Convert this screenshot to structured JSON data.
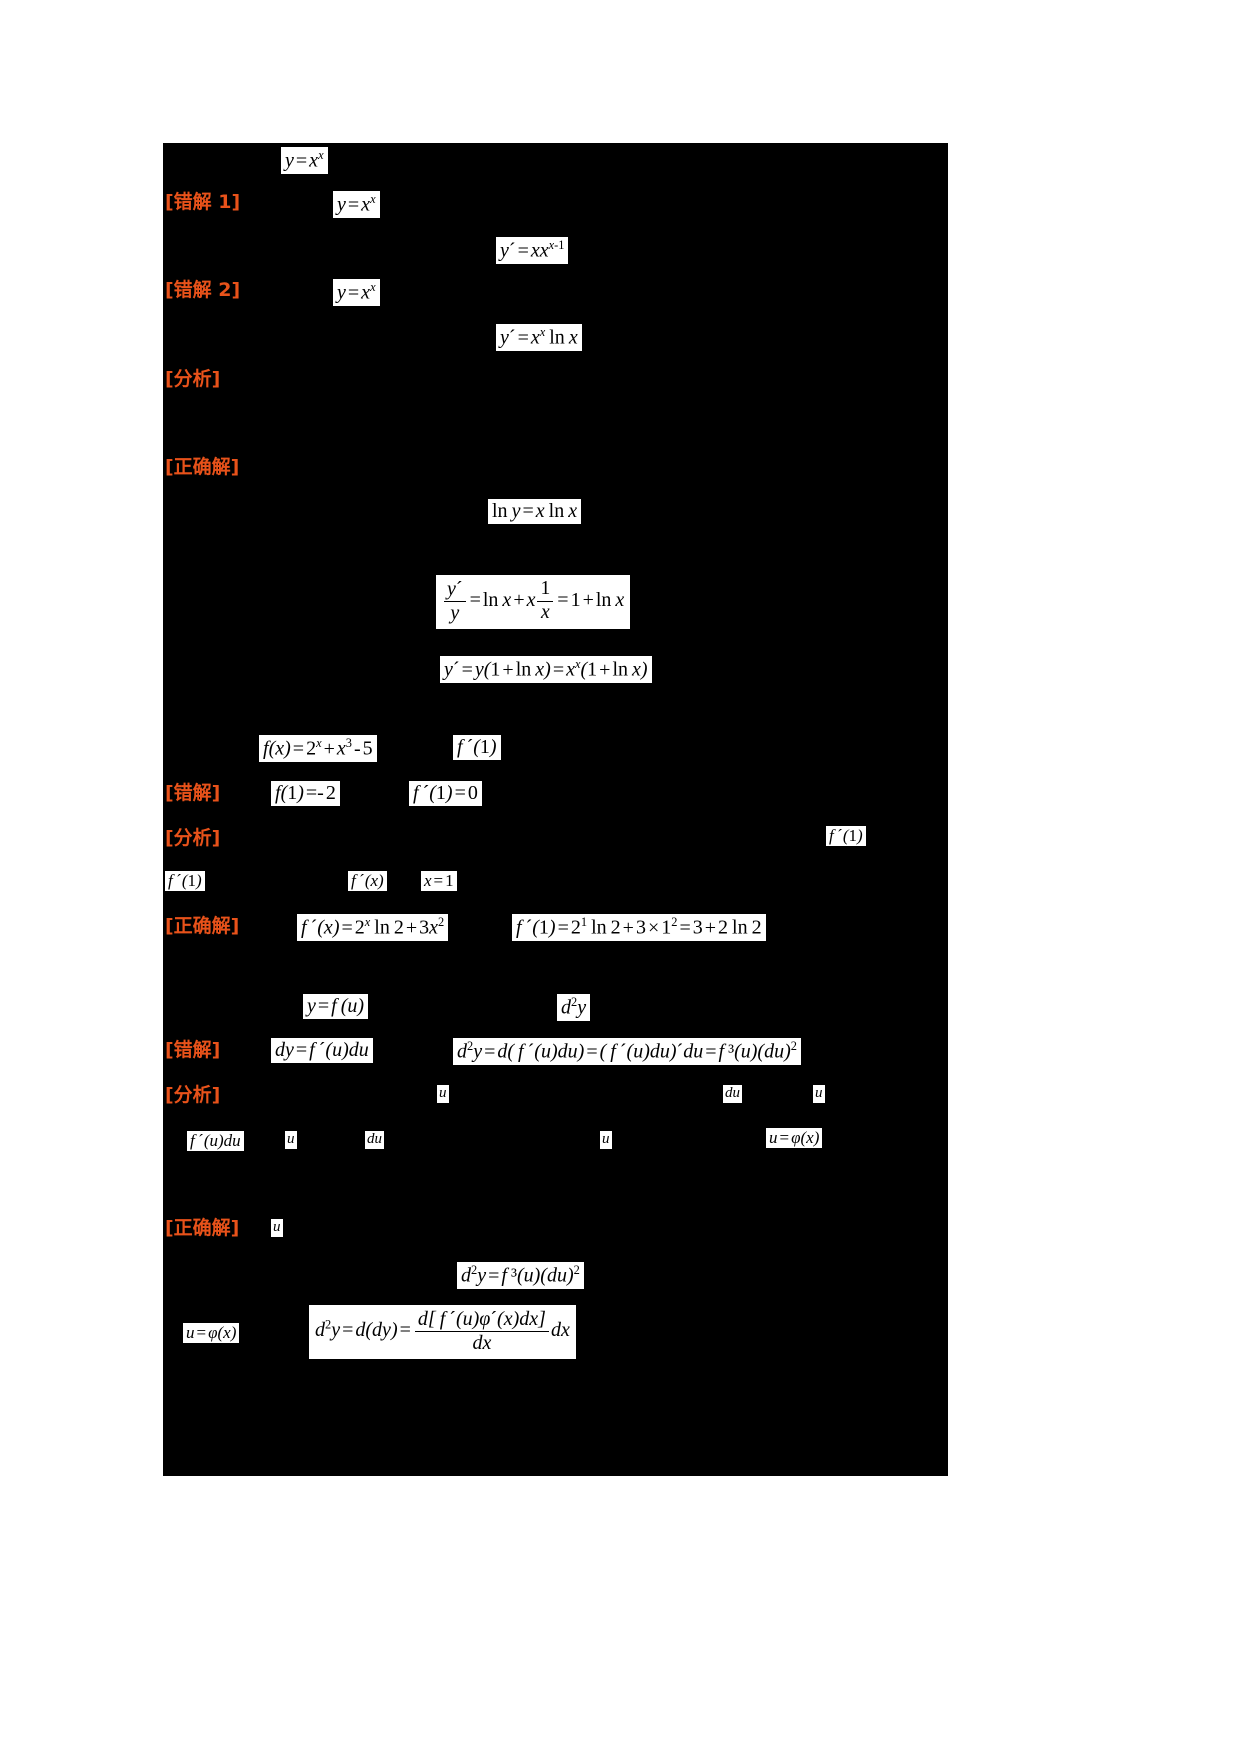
{
  "document": {
    "type": "math-worksheet",
    "language": "zh-CN",
    "background_color": "#000000",
    "label_color": "#e8521a",
    "formula_background": "#ffffff"
  },
  "labels": {
    "wrong_solution_1": "[错解 1]",
    "wrong_solution_2": "[错解 2]",
    "analysis": "[分析]",
    "correct_solution": "[正确解]",
    "wrong_solution": "[错解]"
  },
  "problem_1": {
    "statement_formula": "y = x^x",
    "wrong_1": {
      "label": "[错解 1]",
      "given": "y = x^x",
      "result": "y′ = x·x^(x-1)"
    },
    "wrong_2": {
      "label": "[错解 2]",
      "given": "y = x^x",
      "result": "y′ = x^x ln x"
    },
    "analysis_label": "[分析]",
    "correct": {
      "label": "[正确解]",
      "step_1": "ln y = x ln x",
      "step_2": "y′/y = ln x + x·(1/x) = 1 + ln x",
      "step_3": "y′ = y(1 + ln x) = x^x (1 + ln x)"
    }
  },
  "problem_2": {
    "function": "f(x) = 2^x + x^3 - 5",
    "asked": "f′(1)",
    "wrong": {
      "label": "[错解]",
      "value_1": "f(1) = -2",
      "value_2": "f′(1) = 0"
    },
    "analysis": {
      "label": "[分析]",
      "term_right": "f′(1)",
      "term_1": "f′(1)",
      "term_2": "f′(x)",
      "term_3": "x = 1"
    },
    "correct": {
      "label": "[正确解]",
      "derivative": "f′(x) = 2^x ln 2 + 3x^2",
      "evaluated": "f′(1) = 2^1 ln 2 + 3×1^2 = 3 + 2 ln 2"
    }
  },
  "problem_3": {
    "function": "y = f(u)",
    "asked": "d²y",
    "wrong": {
      "label": "[错解]",
      "step_1": "dy = f′(u)du",
      "step_2": "d²y = d(f′(u)du) = (f′(u)du)′du = f″(u)(du)²"
    },
    "analysis": {
      "label": "[分析]",
      "term_u_1": "u",
      "term_du_1": "du",
      "term_u_2": "u",
      "term_fudu": "f′(u)du",
      "term_u_3": "u",
      "term_du_2": "du",
      "term_u_4": "u",
      "term_sub": "u = φ(x)"
    },
    "correct": {
      "label": "[正确解]",
      "term_u": "u",
      "formula_1": "d²y = f″(u)(du)²",
      "substitution": "u = φ(x)",
      "formula_2": "d²y = d(dy) = d[f′(u)φ′(x)dx]/dx · dx"
    }
  }
}
